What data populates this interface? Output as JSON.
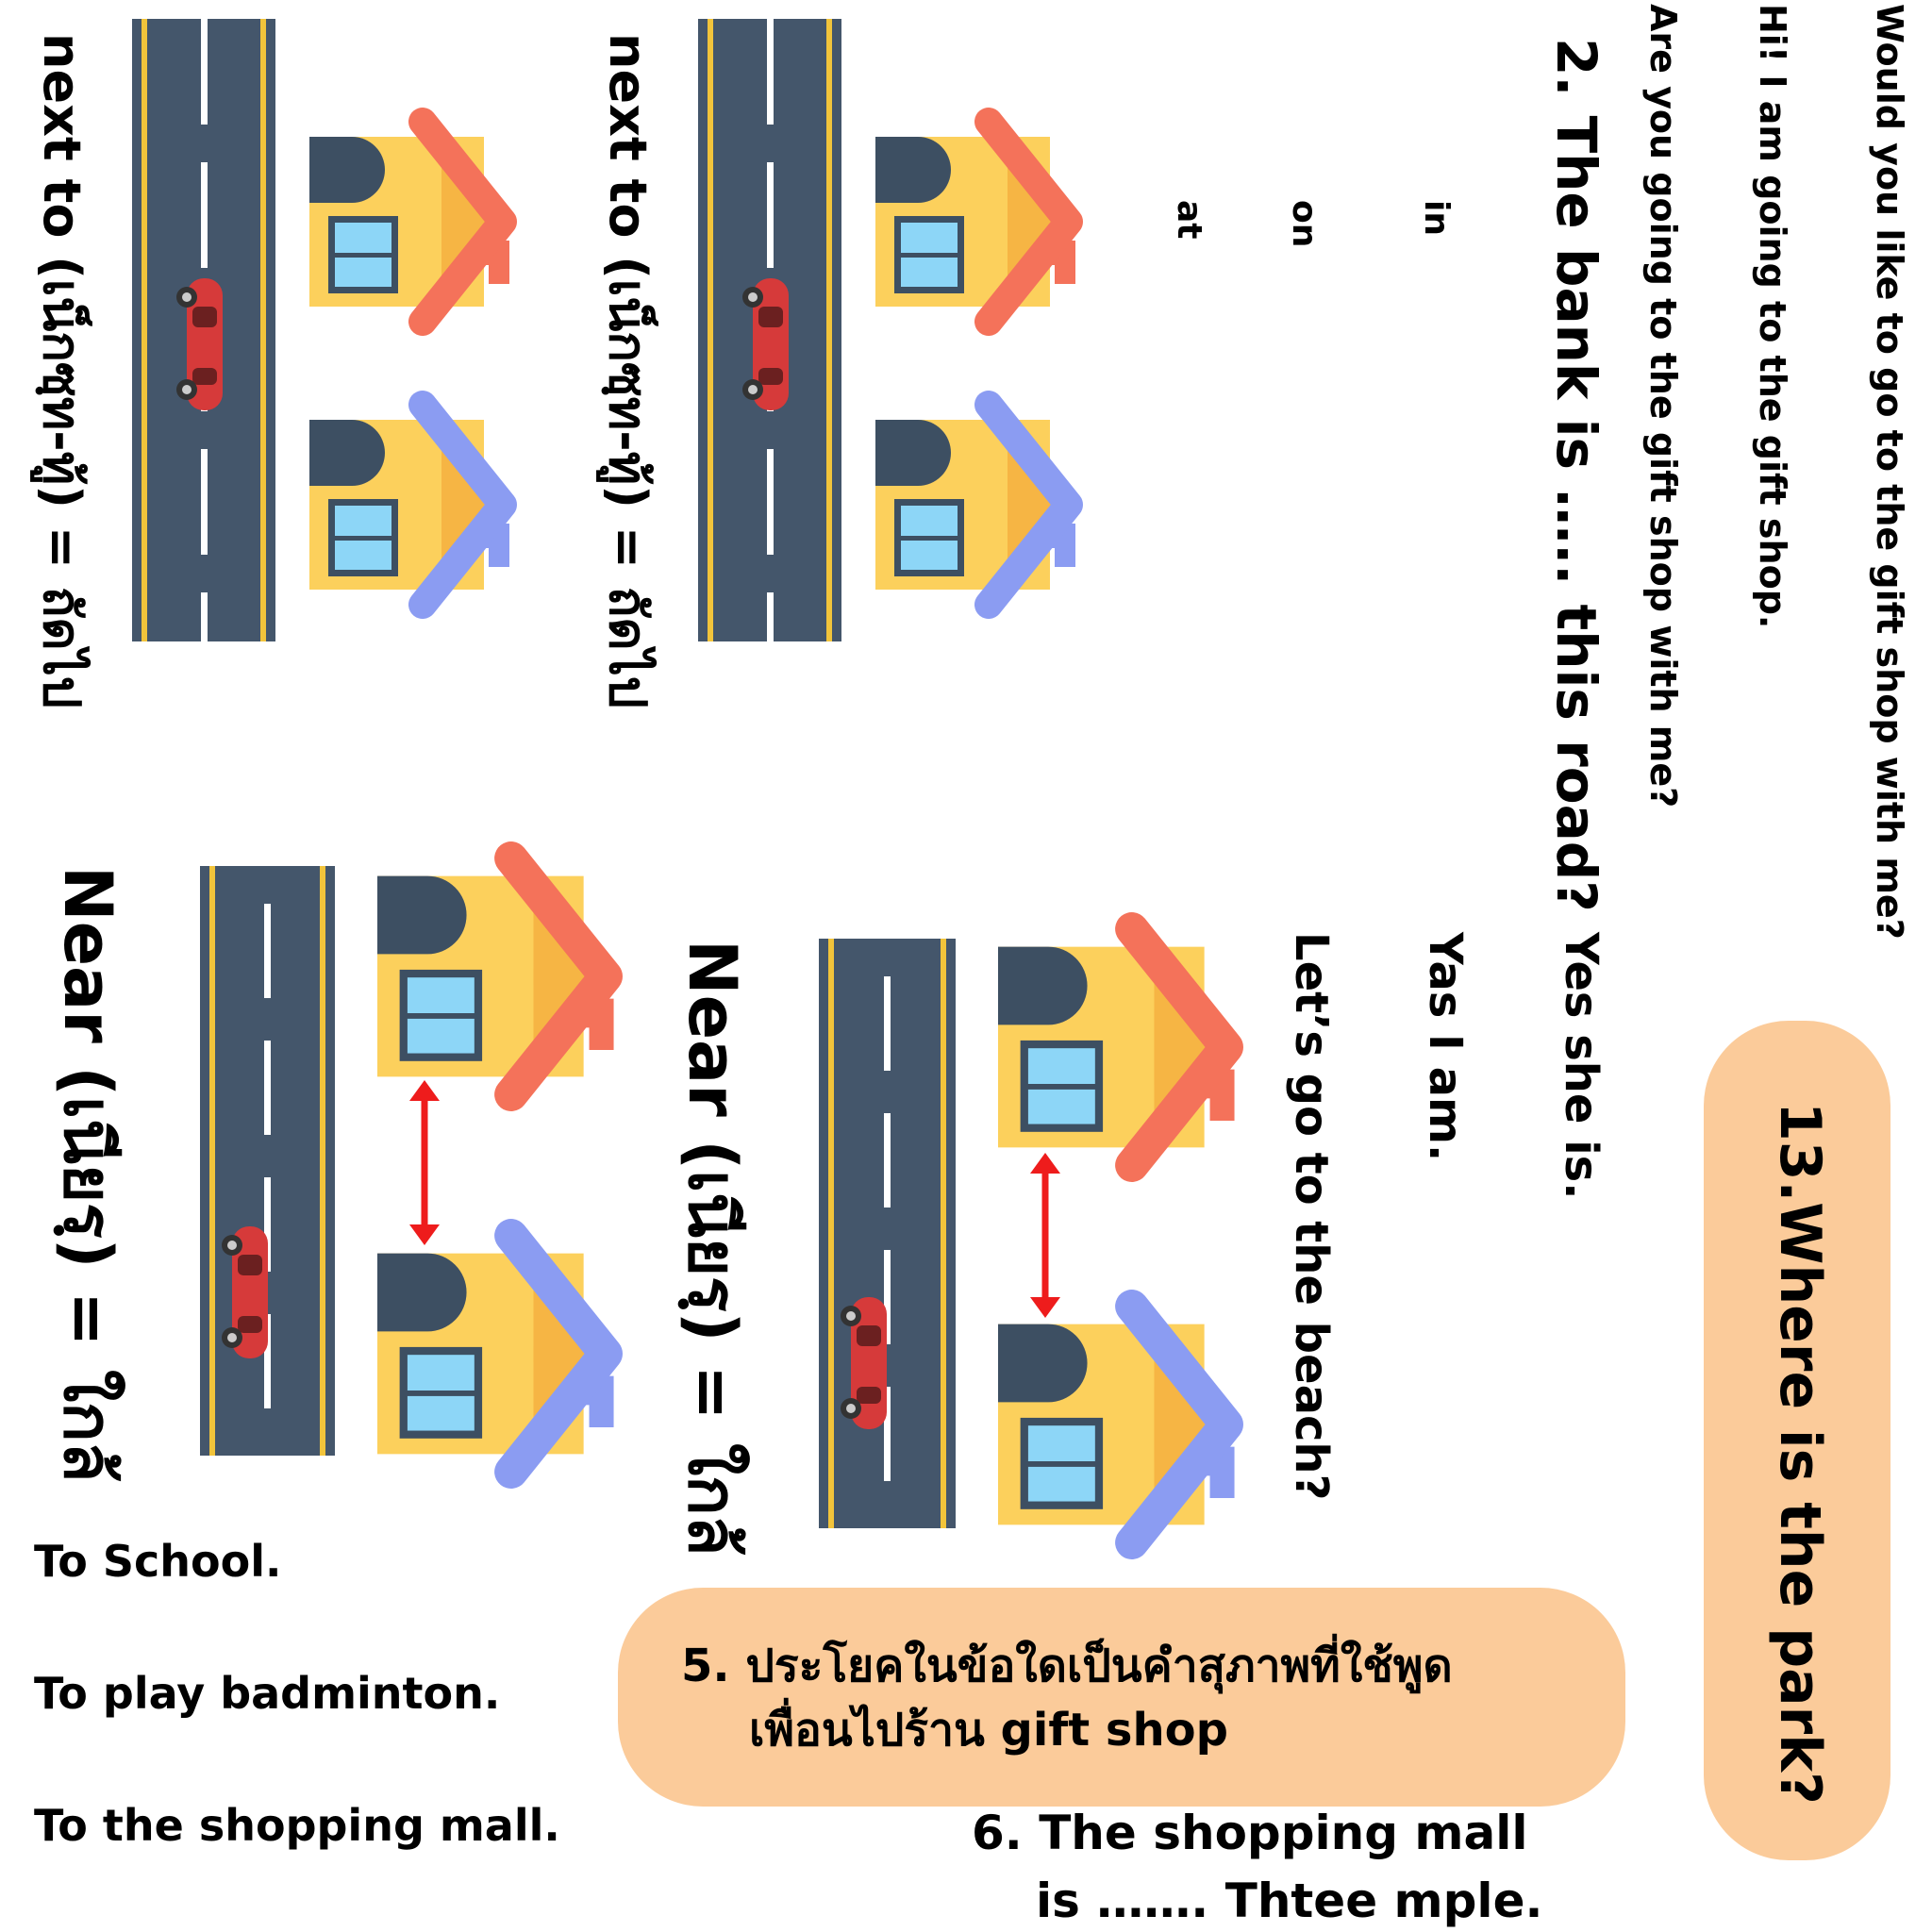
{
  "texts": {
    "would_you_like": "Would you like to go to the gift shop with me?",
    "hi_going": "Hi! I am going to the gift shop.",
    "are_you_going": "Are you going to the gift shop with me?",
    "q2": "2. The bank is ….. this road?",
    "opt_in": "in",
    "opt_on": "on",
    "opt_at": "at",
    "label_next_to": "next to (เน็กซฺท-ทู้) = ถัดไป",
    "label_near": "Near (เนียรฺ) = ใกล้",
    "ans_yes_she": "Yes she is.",
    "ans_yas_i": "Yas I am.",
    "ans_beach": "Let’s go to the beach?",
    "q13": "13.Where is the park?",
    "q5_line1": "5. ประโยคในข้อใดเป็นคำสุภาพที่ใช้พูด",
    "q5_line2": "เพื่อนไปร้าน gift shop",
    "q6_line1": "6. The shopping mall",
    "q6_line2": "is ……. Thtee mple.",
    "opt_school": "To School.",
    "opt_badminton": "To play badminton.",
    "opt_mall": "To the shopping mall."
  },
  "colors": {
    "pill_fill": "#FBCB9A",
    "road": "#44566B",
    "road_edge": "#F2C43B",
    "house_wall": "#FCD05C",
    "house_door": "#3D4F62",
    "house_window": "#8DD6F7",
    "roof_red": "#F4725A",
    "roof_blue": "#8B9CF2",
    "arrow": "#EE1C1C",
    "car": "#D63A3A"
  },
  "icons": [
    "road-icon",
    "house-red-roof-icon",
    "house-blue-roof-icon",
    "car-icon",
    "double-arrow-icon"
  ]
}
